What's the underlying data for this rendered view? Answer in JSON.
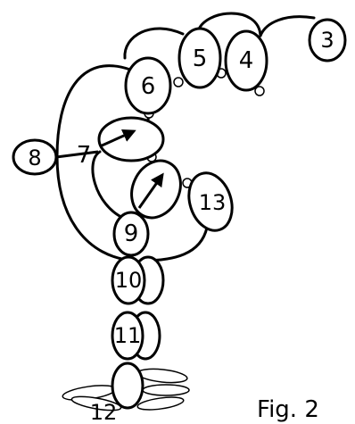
{
  "figure": {
    "caption": "Fig. 2",
    "labels": {
      "n3": "3",
      "n4": "4",
      "n5": "5",
      "n6": "6",
      "n7": "7",
      "n8": "8",
      "n9": "9",
      "n10": "10",
      "n11": "11",
      "n12": "12",
      "n13": "13"
    },
    "colors": {
      "stroke": "#000000",
      "fill": "#ffffff"
    }
  }
}
